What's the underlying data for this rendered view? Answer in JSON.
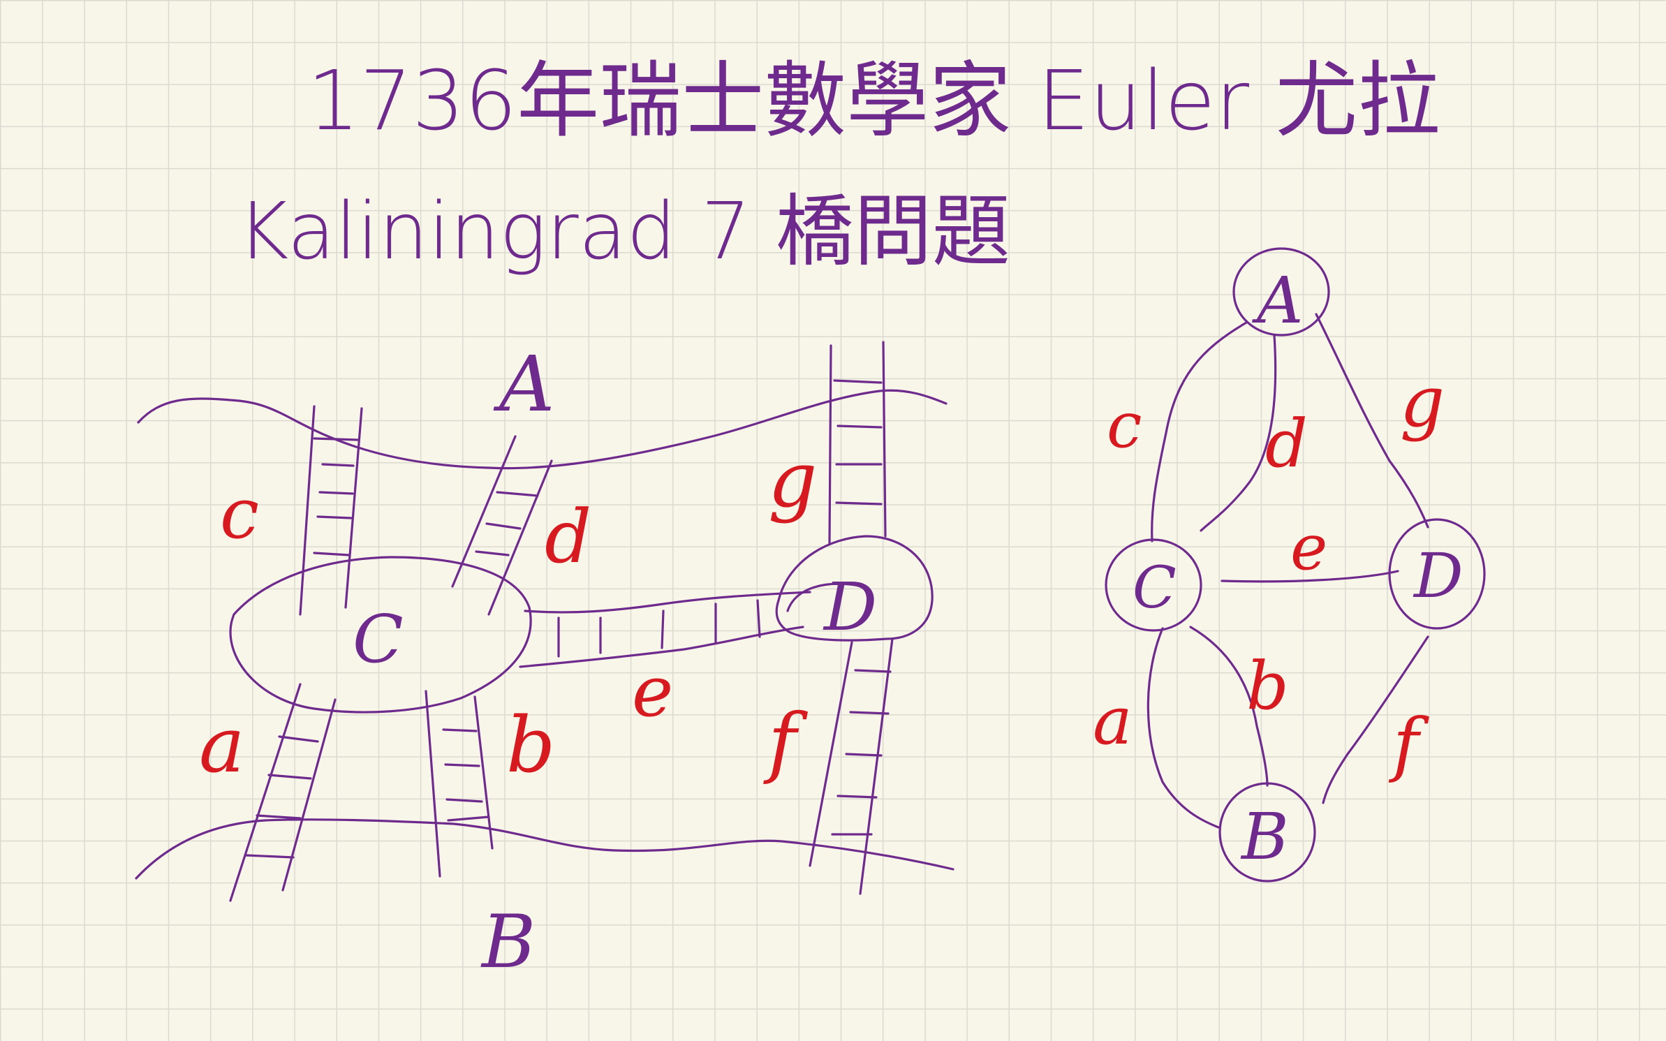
{
  "title_line1": "1736年瑞士數學家 Euler 尤拉",
  "title_line2": "Kaliningrad  7 橋問題",
  "left_map": {
    "landmasses": {
      "A": "A",
      "B": "B",
      "C": "C",
      "D": "D"
    },
    "bridges": {
      "a": "a",
      "b": "b",
      "c": "c",
      "d": "d",
      "e": "e",
      "f": "f",
      "g": "g"
    }
  },
  "right_graph": {
    "nodes": {
      "A": "A",
      "B": "B",
      "C": "C",
      "D": "D"
    },
    "edges": {
      "a": "a",
      "b": "b",
      "c": "c",
      "d": "d",
      "e": "e",
      "f": "f",
      "g": "g"
    }
  },
  "colors": {
    "ink": "#6e2a8c",
    "label": "#d71920",
    "paper": "#f8f5e9",
    "grid": "#dcdad0"
  }
}
